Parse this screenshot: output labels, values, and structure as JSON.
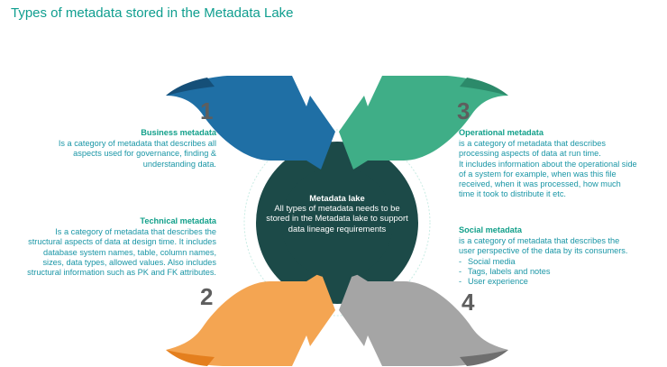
{
  "title": "Types of metadata stored in the Metadata Lake",
  "center": {
    "title": "Metadata lake",
    "body": "All types of metadata needs to be stored in the Metadata lake to support data lineage requirements"
  },
  "quadrants": [
    {
      "number": "1",
      "heading": "Business metadata",
      "lines": [
        "Is a category of metadata that describes all",
        "aspects used for governance, finding &",
        "understanding data."
      ],
      "color": "#1f6fa5"
    },
    {
      "number": "3",
      "heading": "Operational metadata",
      "lines": [
        "is a category of metadata that describes",
        "processing aspects of data at run time.",
        "It includes information about the operational side",
        "of a system for example, when was this file",
        "received, when it was processed, how much",
        "time it took to distribute it etc."
      ],
      "color": "#3fae87"
    },
    {
      "number": "2",
      "heading": "Technical metadata",
      "lines": [
        "Is a category of metadata that describes the",
        "structural aspects of data at design time. It includes",
        "database system names, table, column names,",
        "sizes, data types, allowed values. Also includes",
        "structural information such as PK and FK attributes."
      ],
      "color": "#f4a552"
    },
    {
      "number": "4",
      "heading": "Social metadata",
      "lines": [
        "is a category of metadata that describes the",
        "user perspective of the data by its consumers."
      ],
      "bullets": [
        "Social media",
        "Tags, labels and notes",
        "User experience"
      ],
      "color": "#a5a5a5"
    }
  ],
  "colors": {
    "title": "#0f9e8f",
    "center_circle": "#1c4a48",
    "heading": "#12a08a",
    "body_text": "#1a96a6"
  }
}
